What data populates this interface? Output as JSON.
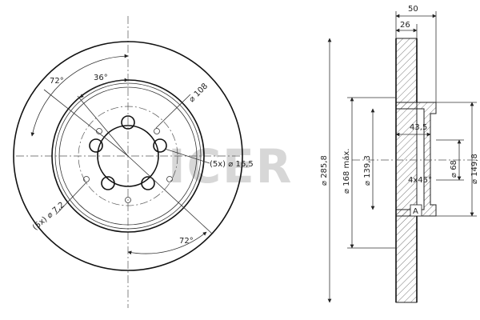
{
  "brand": {
    "watermark": "ICER"
  },
  "front_view": {
    "angle_72_top": "72°",
    "angle_36": "36°",
    "angle_72_bottom": "72°",
    "pcd_108": "⌀ 108",
    "bolt_holes": "(5x) ⌀ 16,5",
    "small_holes": "(5x) ⌀ 7,2"
  },
  "section_view": {
    "overall_width": "50",
    "thickness": "26",
    "offset": "43,5",
    "chamfer": "4x45°",
    "datum": "A",
    "outer_diameter": "⌀ 285,8",
    "max_diameter": "⌀ 168 máx.",
    "hat_diameter": "⌀ 139,3",
    "center_bore": "⌀ 68",
    "hub_diameter": "⌀ 149,8"
  }
}
